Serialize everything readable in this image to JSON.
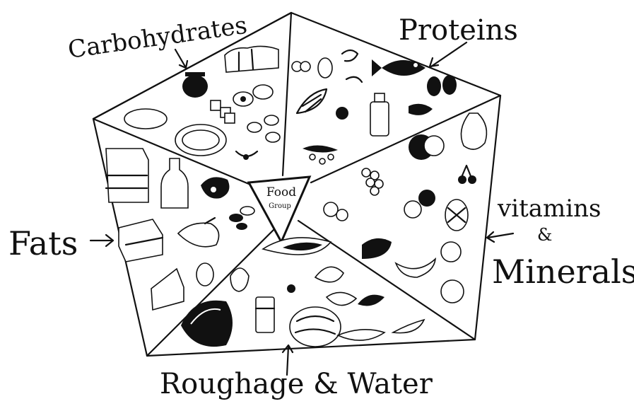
{
  "diagram": {
    "center_label": {
      "line1": "Food",
      "line2": "Group"
    },
    "labels": {
      "carbohydrates": "Carbohydrates",
      "proteins": "Proteins",
      "vitamins_line1": "vitamins",
      "vitamins_line2": "&",
      "vitamins_line3": "Minerals",
      "fats": "Fats",
      "roughage": "Roughage & Water"
    },
    "icons": {
      "carbohydrates": [
        "bread-icon",
        "pot-icon",
        "cake-roll-icon",
        "sugar-cubes-icon",
        "potatoes-icon",
        "chapati-icon",
        "rice-icon",
        "bowl-icon"
      ],
      "proteins": [
        "fish-icon",
        "beans-icon",
        "peas-icon",
        "milk-bottle-icon",
        "egg-icon",
        "corn-icon",
        "shrimp-icon",
        "seeds-icon"
      ],
      "vitamins_minerals": [
        "pear-icon",
        "cherry-icon",
        "grapes-icon",
        "pineapple-icon",
        "apple-icon",
        "banana-icon",
        "orange-icon",
        "tomato-icon"
      ],
      "fats": [
        "butter-icon",
        "oil-bottle-icon",
        "meat-icon",
        "cheese-icon",
        "nuts-icon",
        "cream-icon"
      ],
      "roughage_water": [
        "watermelon-icon",
        "water-glass-icon",
        "cabbage-icon",
        "leaves-icon",
        "cucumber-icon",
        "gourd-icon",
        "fruit-icon"
      ]
    }
  }
}
